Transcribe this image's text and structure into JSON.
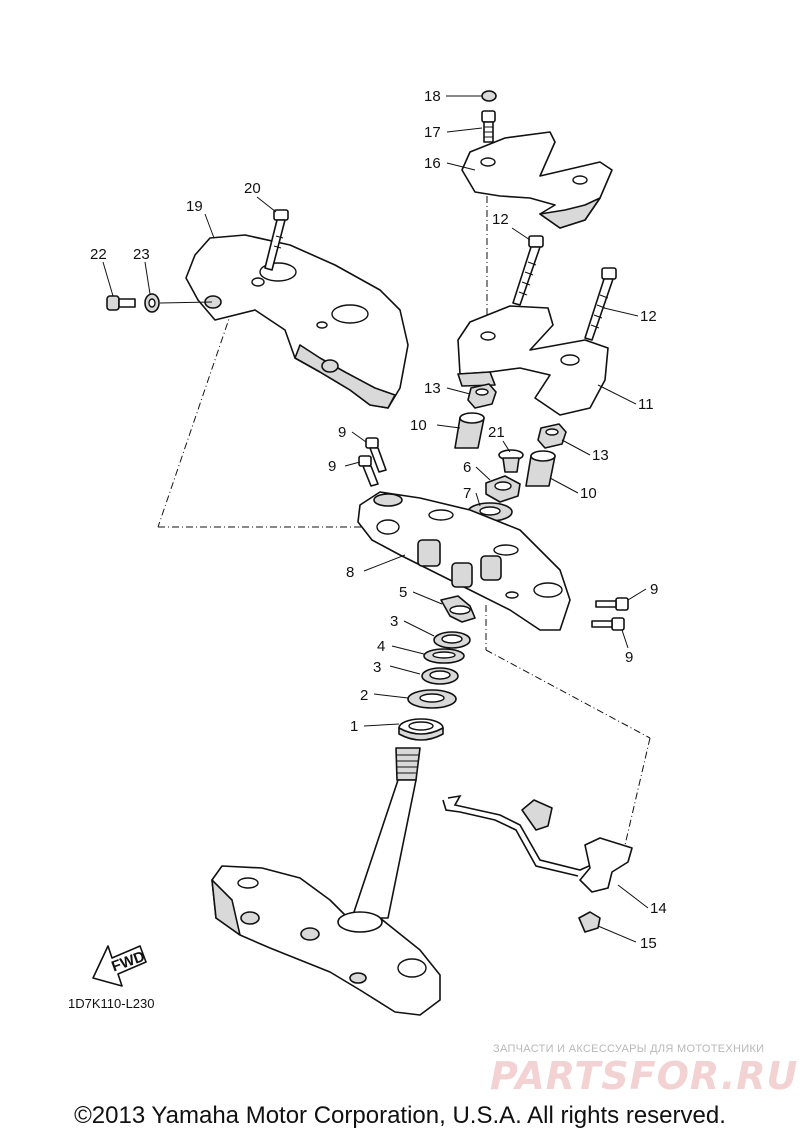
{
  "diagram": {
    "code": "1D7K110-L230",
    "fwd_label": "FWD",
    "copyright": "©2013 Yamaha Motor Corporation, U.S.A. All rights reserved.",
    "watermark": {
      "subtitle": "ЗАПЧАСТИ И АКСЕССУАРЫ ДЛЯ МОТОТЕХНИКИ",
      "brand": "PARTSFOR.RU"
    },
    "callouts": {
      "c1": "1",
      "c2": "2",
      "c3a": "3",
      "c3b": "3",
      "c4": "4",
      "c5": "5",
      "c6": "6",
      "c7": "7",
      "c8": "8",
      "c9a": "9",
      "c9b": "9",
      "c9c": "9",
      "c9d": "9",
      "c10a": "10",
      "c10b": "10",
      "c11": "11",
      "c12a": "12",
      "c12b": "12",
      "c13a": "13",
      "c13b": "13",
      "c14": "14",
      "c15": "15",
      "c16": "16",
      "c17": "17",
      "c18": "18",
      "c19": "19",
      "c20": "20",
      "c21": "21",
      "c22": "22",
      "c23": "23"
    }
  }
}
